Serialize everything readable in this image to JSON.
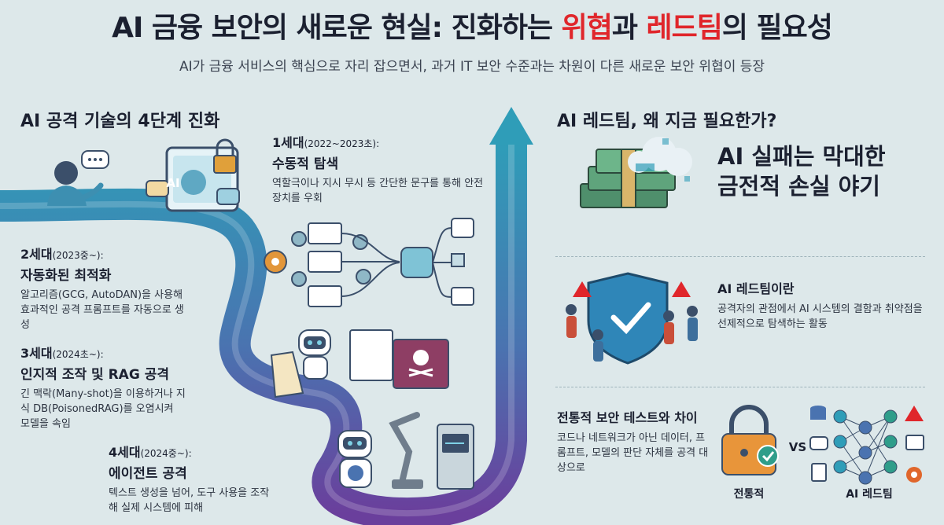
{
  "header": {
    "title_part1": "AI 금융 보안의 새로운 현실: 진화하는 ",
    "title_red1": "위협",
    "title_part2": "과 ",
    "title_red2": "레드팀",
    "title_part3": "의 필요성",
    "subtitle": "AI가 금융 서비스의 핵심으로 자리 잡으면서, 과거 IT 보안 수준과는 차원이 다른 새로운 보안 위협이 등장"
  },
  "left": {
    "heading": "AI 공격 기술의 4단계 진화",
    "generations": [
      {
        "gen": "1세대",
        "period": "(2022~2023초):",
        "name": "수동적 탐색",
        "desc": "역할극이나 지시 무시 등 간단한 문구를 통해 안전장치를 우회"
      },
      {
        "gen": "2세대",
        "period": "(2023중~):",
        "name": "자동화된 최적화",
        "desc": "알고리즘(GCG, AutoDAN)을 사용해 효과적인 공격 프롬프트를 자동으로 생성"
      },
      {
        "gen": "3세대",
        "period": "(2024초~):",
        "name": "인지적 조작 및 RAG 공격",
        "desc": "긴 맥락(Many-shot)을 이용하거나 지식 DB(PoisonedRAG)를 오염시켜 모델을 속임"
      },
      {
        "gen": "4세대",
        "period": "(2024중~):",
        "name": "에이전트 공격",
        "desc": "텍스트 생성을 넘어, 도구 사용을 조작해 실제 시스템에 피해"
      }
    ],
    "ai_badge": "AI"
  },
  "right": {
    "heading": "AI 레드팀, 왜 지금 필요한가?",
    "loss_text": "AI 실패는 막대한 금전적 손실 야기",
    "redteam_title": "AI 레드팀이란",
    "redteam_desc": "공격자의 관점에서 AI 시스템의 결함과 취약점을 선제적으로 탐색하는 활동",
    "diff_title": "전통적 보안 테스트와 차이",
    "diff_desc": "코드나 네트워크가 아닌 데이터, 프롬프트, 모델의 판단 자체를 공격 대상으로",
    "vs": "VS",
    "traditional_label": "전통적",
    "ai_redteam_label": "AI 레드팀"
  },
  "colors": {
    "accent_red": "#e0262b",
    "path_start": "#2f9db8",
    "path_end": "#6a3f9c"
  }
}
